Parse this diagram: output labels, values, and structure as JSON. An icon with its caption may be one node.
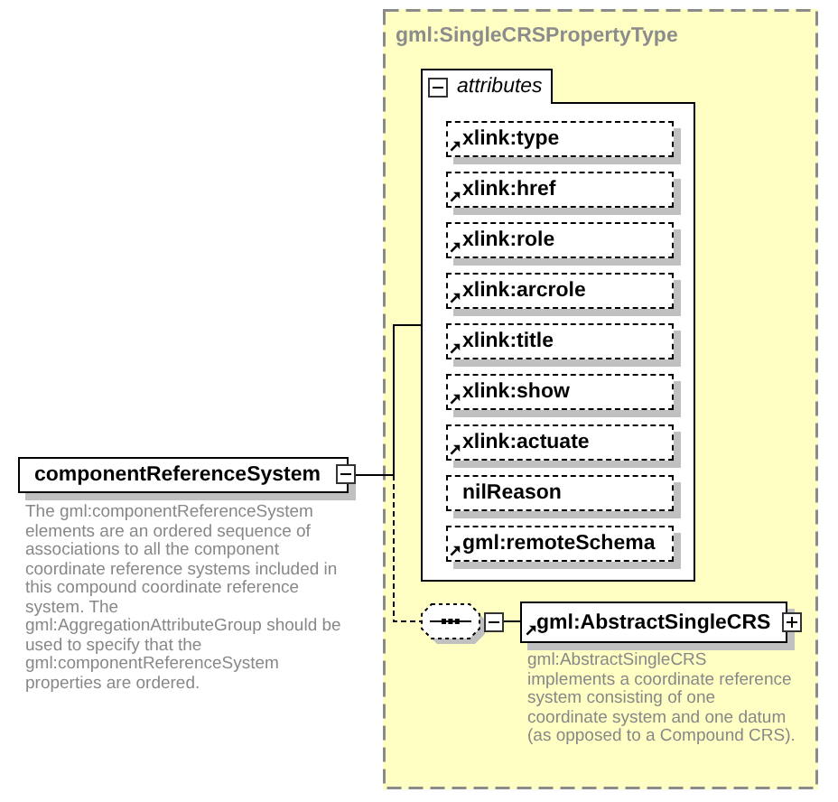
{
  "diagram": {
    "nodes": [
      {
        "text": [
          "componentReferenceSystem"
        ],
        "beside": [
          "The gml:componentReferenceSystem elements are an ordered sequence of associations to all the component coordinate reference systems included in this compound coordinate reference system. The gml:AggregationAttributeGroup should be used to specify that the gml:componentReferenceSystem properties are ordered."
        ]
      },
      {
        "text": [
          "gml:SingleCRSPropertyType"
        ]
      },
      {
        "text": [
          "attributes"
        ],
        "in": 1
      },
      {
        "text": [
          "xlink:type"
        ],
        "in": 2
      },
      {
        "text": [
          "xlink:href"
        ],
        "in": 2
      },
      {
        "text": [
          "xlink:role"
        ],
        "in": 2
      },
      {
        "text": [
          "xlink:arcrole"
        ],
        "in": 2
      },
      {
        "text": [
          "xlink:title"
        ],
        "in": 2
      },
      {
        "text": [
          "xlink:show"
        ],
        "in": 2
      },
      {
        "text": [
          "xlink:actuate"
        ],
        "in": 2
      },
      {
        "text": [
          "nilReason"
        ],
        "in": 2
      },
      {
        "text": [
          "gml:remoteSchema"
        ],
        "in": 2
      },
      {
        "text": [],
        "shape": "octagon",
        "in": 1
      },
      {
        "text": [
          "gml:AbstractSingleCRS"
        ],
        "in": 1,
        "beside": [
          "gml:AbstractSingleCRS implements a coordinate reference system consisting of one coordinate system and one datum (as opposed to a Compound CRS)."
        ]
      }
    ],
    "edges": [
      {
        "from": 0,
        "to": 2,
        "arrow": "none"
      },
      {
        "from": 0,
        "to": 12,
        "arrow": "none",
        "style": "dashed"
      },
      {
        "from": 12,
        "to": 13,
        "arrow": "none"
      }
    ]
  }
}
